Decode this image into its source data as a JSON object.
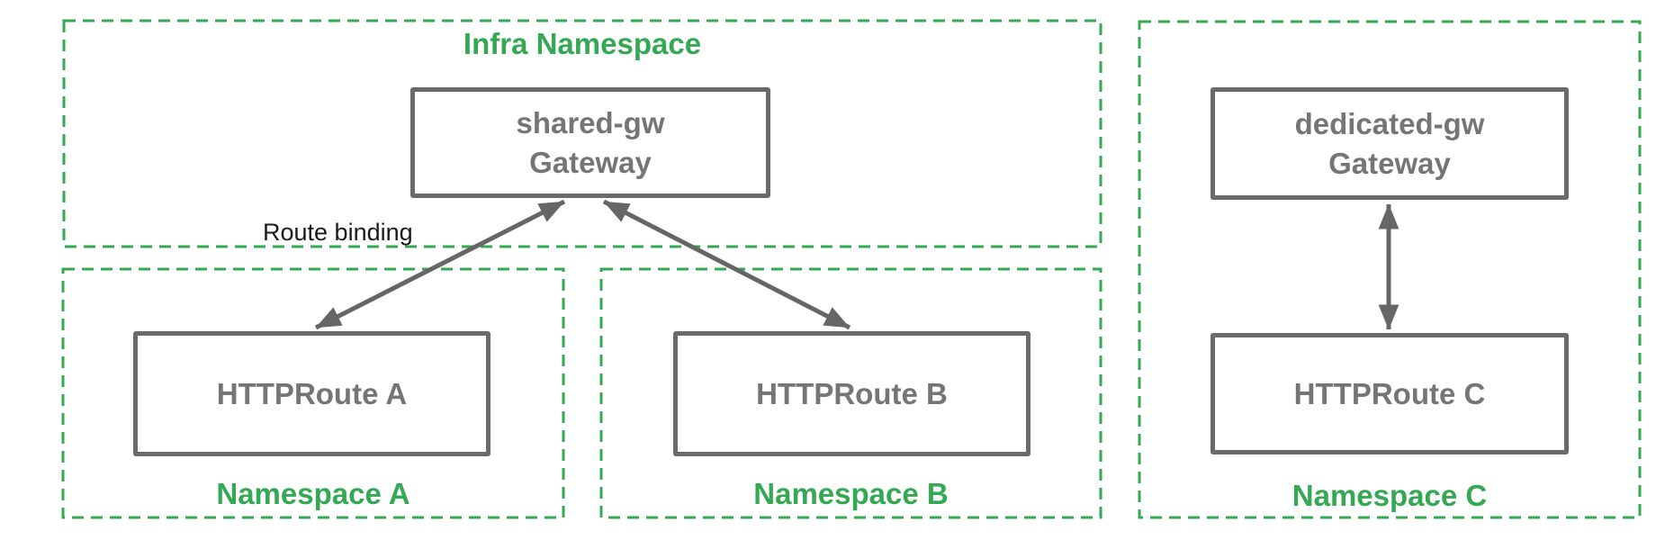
{
  "colors": {
    "namespace_green": "#34a853",
    "node_border_gray": "#6a6a6a",
    "node_text_gray": "#757575",
    "arrow_gray": "#666666",
    "annotation_black": "#1b1b1b"
  },
  "namespaces": {
    "infra": {
      "label": "Infra Namespace"
    },
    "a": {
      "label": "Namespace A"
    },
    "b": {
      "label": "Namespace B"
    },
    "c": {
      "label": "Namespace C"
    }
  },
  "nodes": {
    "shared_gw": {
      "line1": "shared-gw",
      "line2": "Gateway"
    },
    "dedicated_gw": {
      "line1": "dedicated-gw",
      "line2": "Gateway"
    },
    "route_a": {
      "label": "HTTPRoute A"
    },
    "route_b": {
      "label": "HTTPRoute B"
    },
    "route_c": {
      "label": "HTTPRoute C"
    }
  },
  "annotations": {
    "route_binding": "Route binding"
  }
}
